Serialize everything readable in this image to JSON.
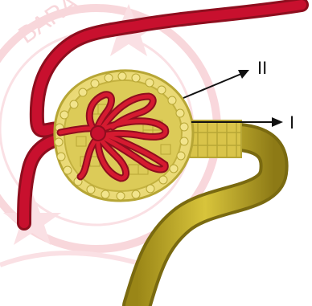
{
  "diagram": {
    "labels": [
      {
        "id": "II",
        "text": "II"
      },
      {
        "id": "I",
        "text": "I"
      }
    ],
    "watermark": {
      "text": "BARA"
    },
    "colors": {
      "vessel": "#c8102e",
      "vessel_dark": "#8e0e1e",
      "capsule": "#efe07a",
      "capsule_edge": "#b7a635",
      "cells": "#d8c64e",
      "tubule": "#c4ad2a",
      "tubule_dark": "#8d7a16",
      "watermark": "#f4b7bf",
      "arrow": "#111111"
    }
  }
}
